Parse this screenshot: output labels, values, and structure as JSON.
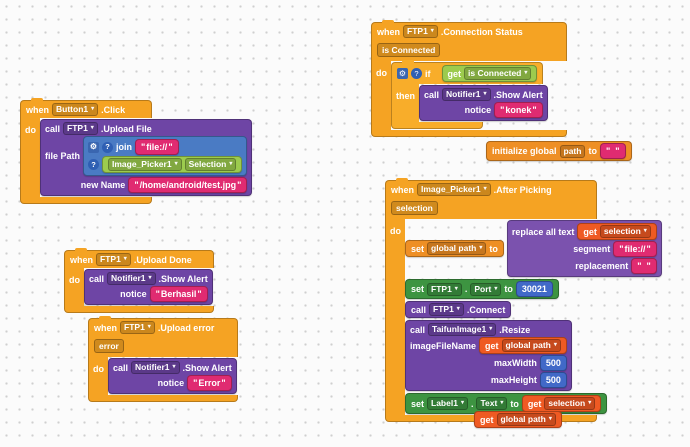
{
  "colors": {
    "event_block": "#F5A323",
    "control_block": "#F8AD2A",
    "method_call_block": "#6E45A5",
    "replace_text_block": "#7B52AE",
    "property_set_block": "#3D9441",
    "component_get_block": "#9CCB4E",
    "text_block": "#E02B71",
    "number_block": "#4169C8",
    "join_block": "#4A7BC4",
    "variable_block": "#EE8F25",
    "variable_get_block": "#EF5A23"
  },
  "icons": {
    "gear": "⚙",
    "help": "?"
  },
  "connStatus": {
    "when": "when",
    "component": "FTP1",
    "event": ".Connection Status",
    "param": "is Connected",
    "do": "do",
    "if": "if",
    "then": "then",
    "condGet": "get",
    "condVar": "is Connected",
    "call": "call",
    "notifier": "Notifier1",
    "method": ".Show Alert",
    "notice": "notice",
    "noticeValue": "konek"
  },
  "buttonClick": {
    "when": "when",
    "component": "Button1",
    "event": ".Click",
    "do": "do",
    "call": "call",
    "callComponent": "FTP1",
    "method": ".Upload File",
    "filePathLabel": "file Path",
    "join": "join",
    "fileText": "file://",
    "pickerComponent": "Image_Picker1",
    "pickerProp": "Selection",
    "newNameLabel": "new Name",
    "newNameValue": "/home/android/test.jpg"
  },
  "uploadDone": {
    "when": "when",
    "component": "FTP1",
    "event": ".Upload Done",
    "do": "do",
    "call": "call",
    "notifier": "Notifier1",
    "method": ".Show Alert",
    "notice": "notice",
    "noticeValue": "Berhasil"
  },
  "uploadError": {
    "when": "when",
    "component": "FTP1",
    "event": ".Upload error",
    "param": "error",
    "do": "do",
    "call": "call",
    "notifier": "Notifier1",
    "method": ".Show Alert",
    "notice": "notice",
    "noticeValue": "Error"
  },
  "initGlobal": {
    "label": "initialize global",
    "name": "path",
    "to": "to",
    "value": ""
  },
  "afterPicking": {
    "when": "when",
    "component": "Image_Picker1",
    "event": ".After Picking",
    "param": "selection",
    "do": "do",
    "setPath": {
      "set": "set",
      "var": "global path",
      "to": "to"
    },
    "replace": {
      "label": "replace all text",
      "get": "get",
      "getVar": "selection",
      "segmentLabel": "segment",
      "segmentValue": "file://",
      "replacementLabel": "replacement",
      "replacementValue": ""
    },
    "setPort": {
      "set": "set",
      "component": "FTP1",
      "dot": ".",
      "prop": "Port",
      "to": "to",
      "value": "30021"
    },
    "connect": {
      "call": "call",
      "component": "FTP1",
      "method": ".Connect"
    },
    "resize": {
      "call": "call",
      "component": "TaifunImage1",
      "method": ".Resize",
      "arg1Label": "imageFileName",
      "arg1Get": "get",
      "arg1Var": "global path",
      "arg2Label": "maxWidth",
      "arg2Value": "500",
      "arg3Label": "maxHeight",
      "arg3Value": "500"
    },
    "setLabel": {
      "set": "set",
      "component": "Label1",
      "dot": ".",
      "prop": "Text",
      "to": "to",
      "get": "get",
      "getVar": "selection"
    }
  },
  "floatingGet": {
    "get": "get",
    "var": "global path"
  }
}
